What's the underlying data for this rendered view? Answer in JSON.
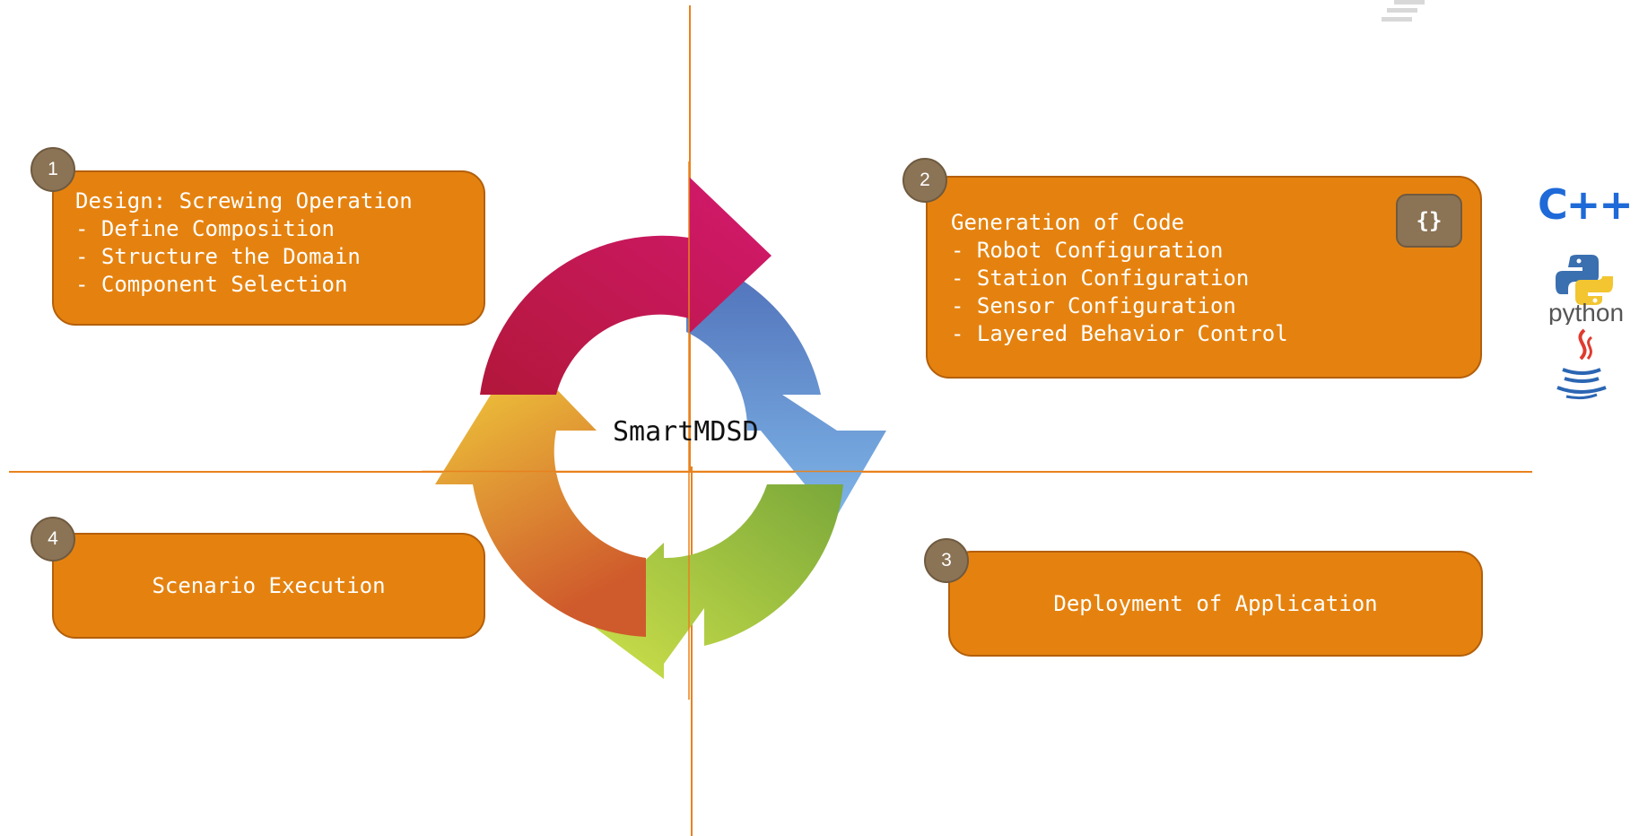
{
  "diagram": {
    "center_label": "SmartMDSD",
    "colors": {
      "box_fill": "#e5820f",
      "box_border": "#b45f0a",
      "badge_fill": "#8b7355",
      "axis_line": "#e8821f",
      "arrow_red": "#c8174a",
      "arrow_blue": "#6f9bd6",
      "arrow_green": "#9cc63b",
      "arrow_yellow": "#f0c83a"
    },
    "steps": [
      {
        "number": "1",
        "lines": [
          "Design: Screwing Operation",
          "- Define Composition",
          "- Structure the Domain",
          "- Component Selection"
        ]
      },
      {
        "number": "2",
        "lines": [
          "Generation of Code",
          "- Robot Configuration",
          "- Station Configuration",
          "- Sensor Configuration",
          "- Layered Behavior Control"
        ],
        "code_badge": "{}"
      },
      {
        "number": "3",
        "lines": [
          "Deployment of Application"
        ]
      },
      {
        "number": "4",
        "lines": [
          "Scenario Execution"
        ]
      }
    ],
    "languages": [
      {
        "name": "C++",
        "icon": "cpp-logo-icon"
      },
      {
        "name": "python",
        "icon": "python-logo-icon"
      },
      {
        "name": "Java",
        "icon": "java-logo-icon"
      }
    ]
  }
}
